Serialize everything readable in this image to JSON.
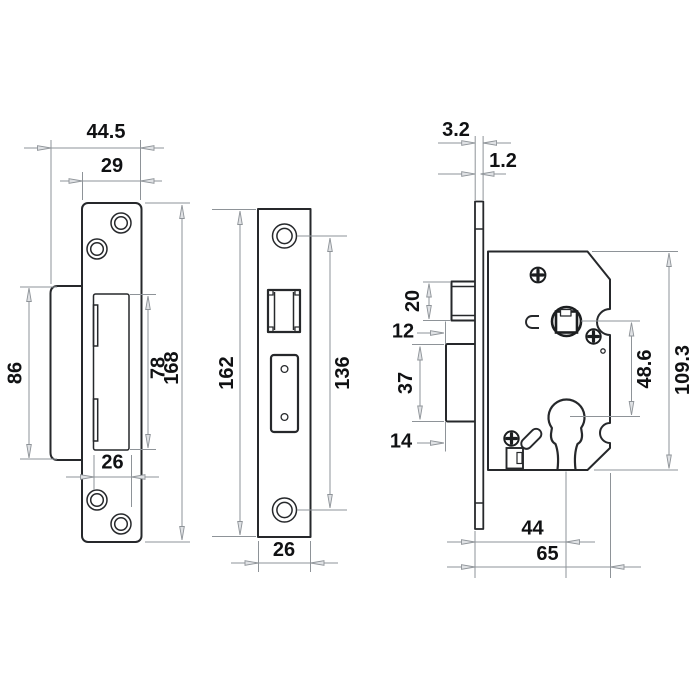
{
  "colors": {
    "background": "#ffffff",
    "part_line": "#26282b",
    "dimension_line": "#8e9398",
    "arrow_fill": "#e0e2e5",
    "label_text": "#101113"
  },
  "views": {
    "strike_plate": {
      "dims": {
        "overall_width": "44.5",
        "plate_width": "29",
        "lip_height": "86",
        "cutout_height": "78",
        "overall_height": "168",
        "cutout_width": "26"
      }
    },
    "faceplate": {
      "dims": {
        "height": "162",
        "hole_spacing": "136",
        "width": "26"
      }
    },
    "lock_body": {
      "dims": {
        "forend_thickness": "3.2",
        "plate_thickness": "1.2",
        "latch_height": "20",
        "latch_gap": "12",
        "deadbolt_height": "37",
        "deadbolt_offset": "14",
        "centres": "48.6",
        "case_height": "109.3",
        "backset": "44",
        "case_depth": "65"
      }
    }
  }
}
